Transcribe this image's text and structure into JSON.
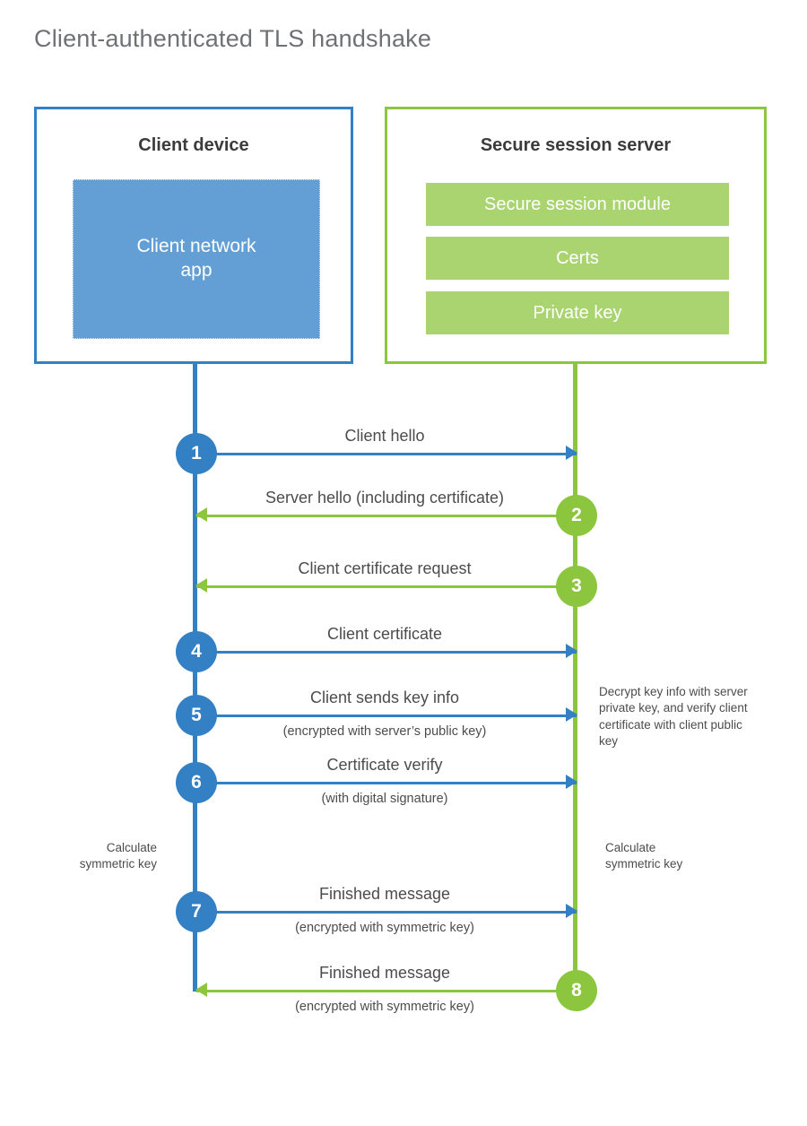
{
  "title": "Client-authenticated TLS handshake",
  "colors": {
    "client_blue": "#3480c4",
    "client_app_fill": "#639fd4",
    "server_green": "#8cc63e",
    "server_item_fill": "#a9d46f",
    "text": "#4c4c4c",
    "title_text": "#6f7174"
  },
  "client": {
    "title": "Client device",
    "app_label": "Client network\napp",
    "app_label_line1": "Client network",
    "app_label_line2": "app"
  },
  "server": {
    "title": "Secure session server",
    "items": [
      {
        "label": "Secure session module"
      },
      {
        "label": "Certs"
      },
      {
        "label": "Private key"
      }
    ]
  },
  "steps": [
    {
      "number": "1",
      "label": "Client hello",
      "sublabel": "",
      "direction": "client-to-server",
      "color": "blue"
    },
    {
      "number": "2",
      "label": "Server hello (including certificate)",
      "sublabel": "",
      "direction": "server-to-client",
      "color": "green"
    },
    {
      "number": "3",
      "label": "Client certificate request",
      "sublabel": "",
      "direction": "server-to-client",
      "color": "green"
    },
    {
      "number": "4",
      "label": "Client certificate",
      "sublabel": "",
      "direction": "client-to-server",
      "color": "blue"
    },
    {
      "number": "5",
      "label": "Client sends key info",
      "sublabel": "(encrypted with server’s public key)",
      "direction": "client-to-server",
      "color": "blue"
    },
    {
      "number": "6",
      "label": "Certificate verify",
      "sublabel": "(with digital signature)",
      "direction": "client-to-server",
      "color": "blue"
    },
    {
      "number": "7",
      "label": "Finished message",
      "sublabel": "(encrypted with symmetric key)",
      "direction": "client-to-server",
      "color": "blue"
    },
    {
      "number": "8",
      "label": "Finished message",
      "sublabel": "(encrypted with symmetric key)",
      "direction": "server-to-client",
      "color": "green"
    }
  ],
  "notes": {
    "decrypt": "Decrypt key info with server private key, and verify client certificate with client public key",
    "calculate_symmetric_key_client": "Calculate\nsymmetric key",
    "calculate_symmetric_key_client_l1": "Calculate",
    "calculate_symmetric_key_client_l2": "symmetric key",
    "calculate_symmetric_key_server": "Calculate\nsymmetric key",
    "calculate_symmetric_key_server_l1": "Calculate",
    "calculate_symmetric_key_server_l2": "symmetric key"
  }
}
